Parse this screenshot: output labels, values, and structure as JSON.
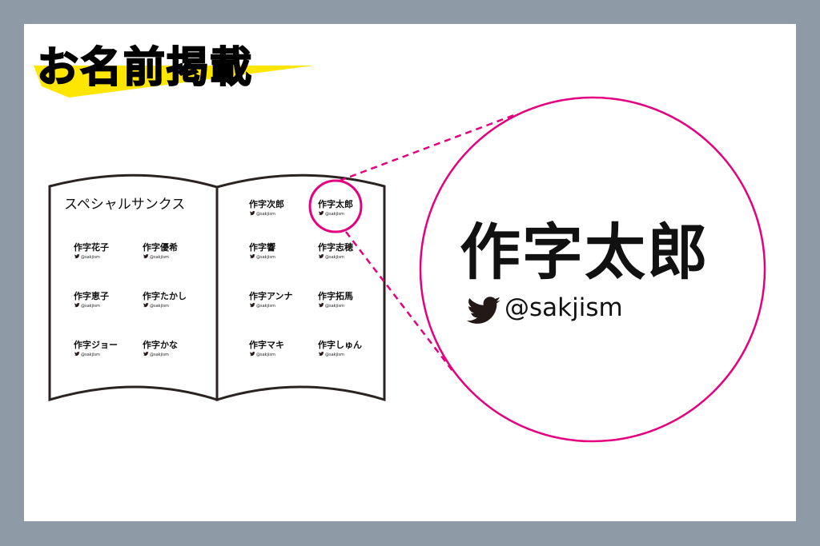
{
  "title": "お名前掲載",
  "book": {
    "heading": "スペシャルサンクス",
    "left_page": [
      {
        "name": "作字花子",
        "handle": "@sakjism"
      },
      {
        "name": "作字優希",
        "handle": "@sakjism"
      },
      {
        "name": "作字恵子",
        "handle": "@sakjism"
      },
      {
        "name": "作字たかし",
        "handle": "@sakjism"
      },
      {
        "name": "作字ジョー",
        "handle": "@sakjism"
      },
      {
        "name": "作字かな",
        "handle": "@sakjism"
      }
    ],
    "right_page": [
      {
        "name": "作字次郎",
        "handle": "@sakjism"
      },
      {
        "name": "作字太郎",
        "handle": "@sakjism"
      },
      {
        "name": "作字響",
        "handle": "@sakjism"
      },
      {
        "name": "作字志穂",
        "handle": "@sakjism"
      },
      {
        "name": "作字アンナ",
        "handle": "@sakjism"
      },
      {
        "name": "作字拓馬",
        "handle": "@sakjism"
      },
      {
        "name": "作字マキ",
        "handle": "@sakjism"
      },
      {
        "name": "作字しゅん",
        "handle": "@sakjism"
      }
    ]
  },
  "zoom": {
    "name": "作字太郎",
    "handle": "@sakjism",
    "icon": "twitter-bird-icon"
  },
  "colors": {
    "accent": "#e4007f",
    "highlight": "#ffe600",
    "background": "#8e9aa6"
  }
}
